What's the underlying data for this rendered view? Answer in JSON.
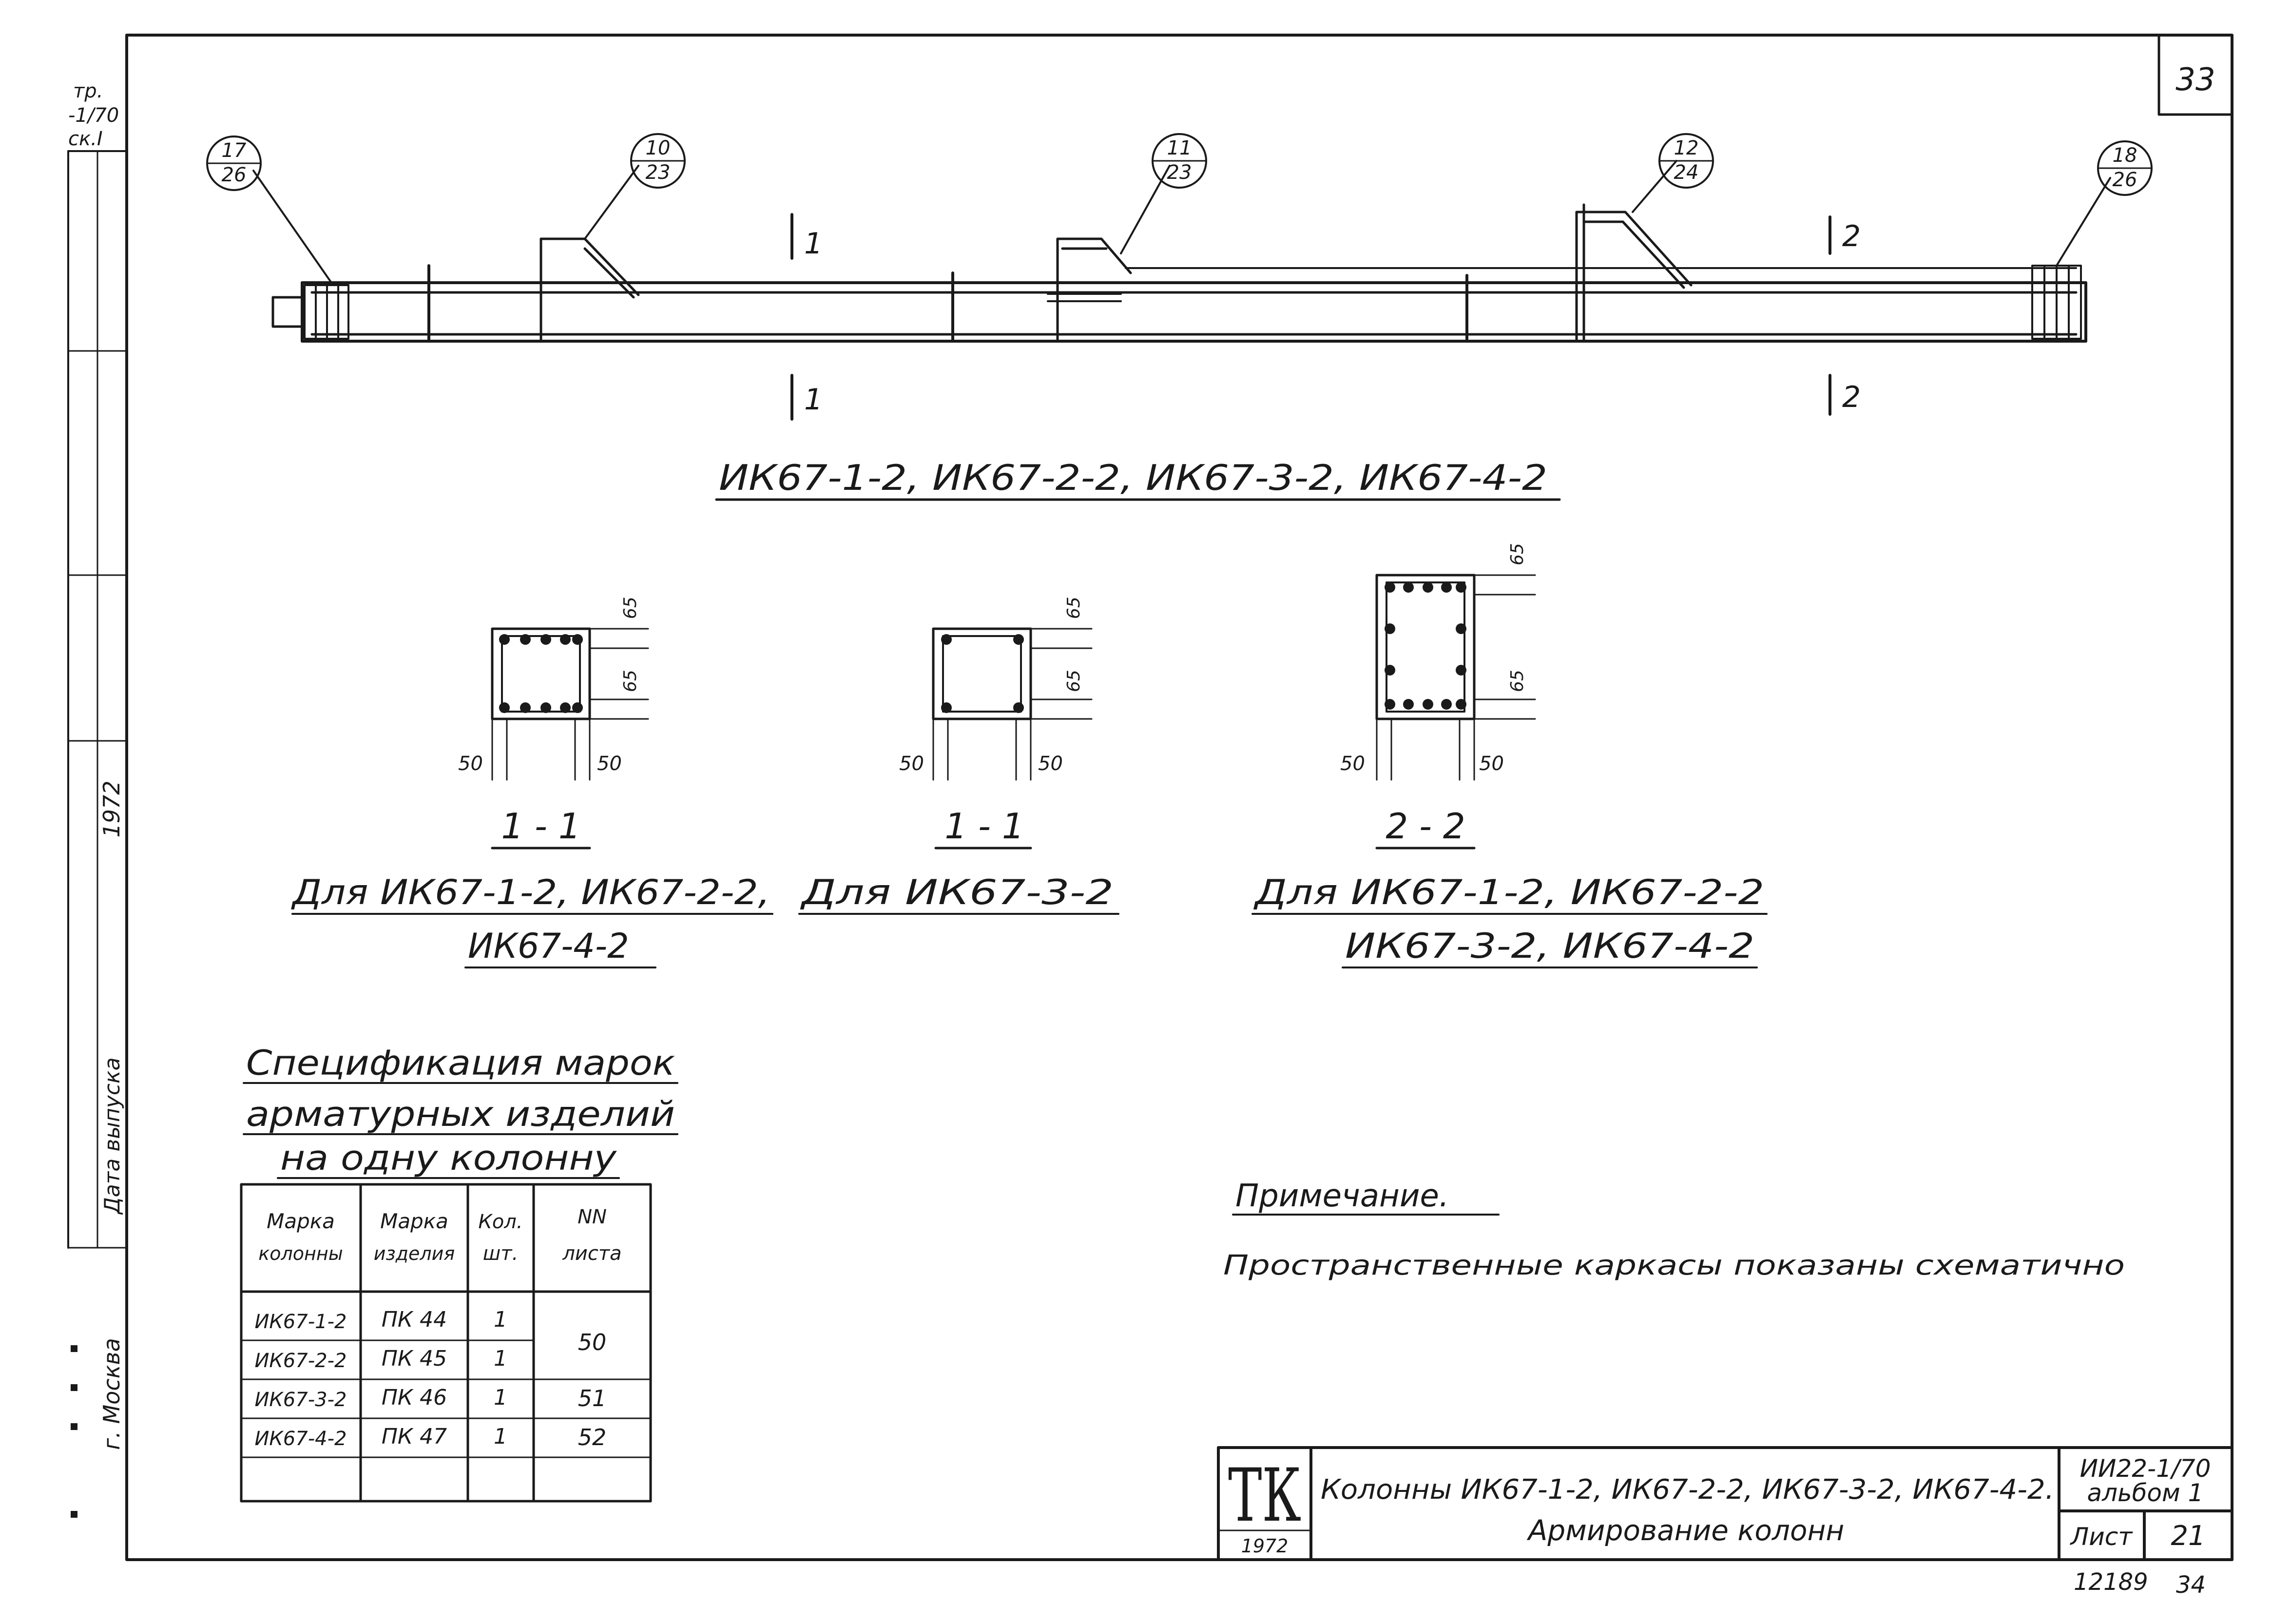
{
  "sheet_number": "33",
  "margin": {
    "codes": [
      "тр.",
      "-1/70",
      "ск.I"
    ],
    "release_year": "1972",
    "release_date_label": "Дата выпуска",
    "city": "г. Москва"
  },
  "elevation": {
    "callouts": [
      {
        "top": "17",
        "bottom": "26"
      },
      {
        "top": "10",
        "bottom": "23"
      },
      {
        "top": "11",
        "bottom": "23"
      },
      {
        "top": "12",
        "bottom": "24"
      },
      {
        "top": "18",
        "bottom": "26"
      }
    ],
    "section_marks": [
      "1",
      "1",
      "2",
      "2"
    ],
    "caption": "ИК67-1-2, ИК67-2-2, ИК67-3-2, ИК67-4-2"
  },
  "sections": [
    {
      "dims": [
        "65",
        "65",
        "50",
        "50"
      ],
      "title": "1 - 1",
      "note_lines": [
        "Для ИК67-1-2, ИК67-2-2,",
        "ИК67-4-2"
      ]
    },
    {
      "dims": [
        "65",
        "65",
        "50",
        "50"
      ],
      "title": "1 - 1",
      "note_lines": [
        "Для  ИК67-3-2"
      ]
    },
    {
      "dims": [
        "65",
        "65",
        "50",
        "50"
      ],
      "title": "2 - 2",
      "note_lines": [
        "Для ИК67-1-2, ИК67-2-2",
        "ИК67-3-2, ИК67-4-2"
      ]
    }
  ],
  "specification": {
    "title_lines": [
      "Спецификация марок",
      "арматурных изделий",
      "на одну колонну"
    ],
    "headers": [
      [
        "Марка",
        "колонны"
      ],
      [
        "Марка",
        "изделия"
      ],
      [
        "Кол.",
        "шт."
      ],
      [
        "NN",
        "листа"
      ]
    ],
    "rows": [
      [
        "ИК67-1-2",
        "ПК 44",
        "1"
      ],
      [
        "ИК67-2-2",
        "ПК 45",
        "1"
      ],
      [
        "ИК67-3-2",
        "ПК 46",
        "1"
      ],
      [
        "ИК67-4-2",
        "ПК 47",
        "1"
      ]
    ],
    "sheet_refs": [
      "50",
      "51",
      "52"
    ]
  },
  "note": {
    "title": "Примечание.",
    "text": "Пространственные каркасы показаны схематично"
  },
  "title_block": {
    "logo": "ТК",
    "year": "1972",
    "title_line1": "Колонны ИК67-1-2, ИК67-2-2, ИК67-3-2, ИК67-4-2.",
    "title_line2": "Армирование колонн",
    "series_line1": "ИИ22-1/70",
    "series_line2": "альбом 1",
    "sheet_label": "Лист",
    "sheet_value": "21"
  },
  "archive_number": "12189",
  "archive_page": "34"
}
